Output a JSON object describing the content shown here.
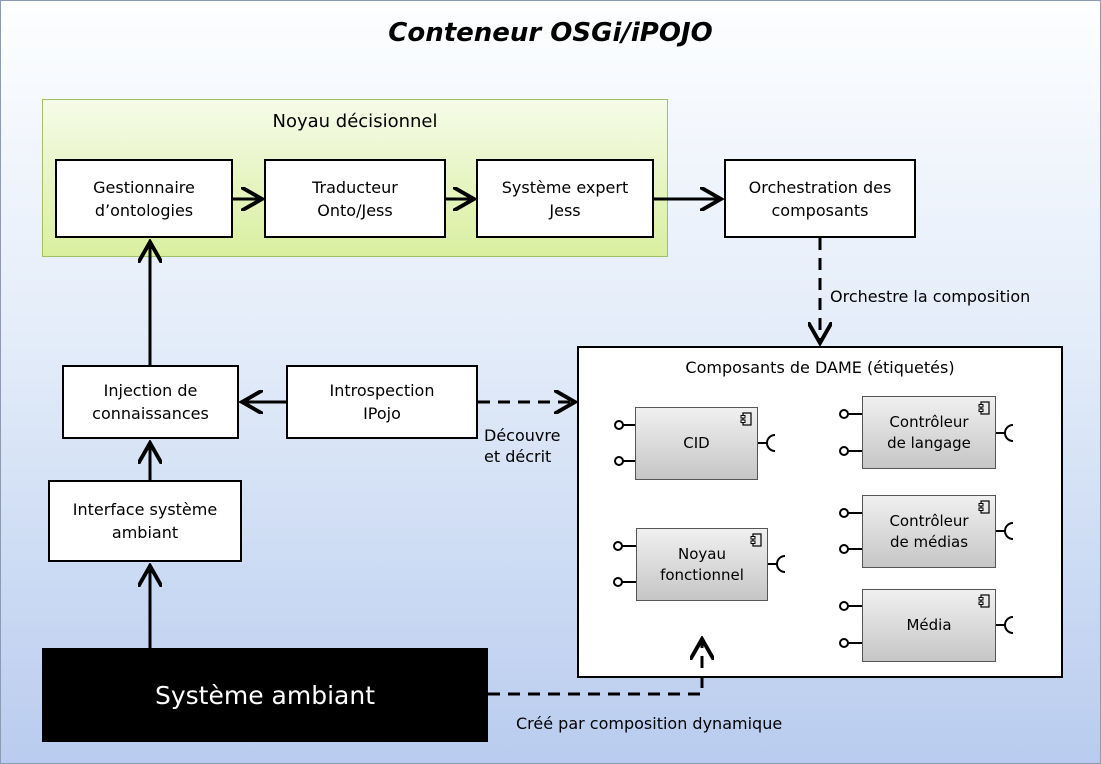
{
  "title": "Conteneur OSGi/iPOJO",
  "noyau": {
    "label": "Noyau décisionnel",
    "gestionnaire": "Gestionnaire\nd’ontologies",
    "traducteur": "Traducteur\nOnto/Jess",
    "systeme_expert": "Système expert\nJess"
  },
  "orchestration": "Orchestration des\ncomposants",
  "injection": "Injection de\nconnaissances",
  "introspection": "Introspection\nIPojo",
  "interface": "Interface système\nambiant",
  "systeme_ambiant": "Système ambiant",
  "dame": {
    "label": "Composants de DAME (étiquetés)",
    "components": {
      "cid": "CID",
      "controleur_langage": "Contrôleur\nde langage",
      "controleur_medias": "Contrôleur\nde médias",
      "noyau_fonctionnel": "Noyau\nfonctionnel",
      "media": "Média"
    }
  },
  "edge_labels": {
    "orchestre": "Orchestre la composition",
    "decouvre": "Découvre\net décrit",
    "cree": "Créé par composition dynamique"
  }
}
